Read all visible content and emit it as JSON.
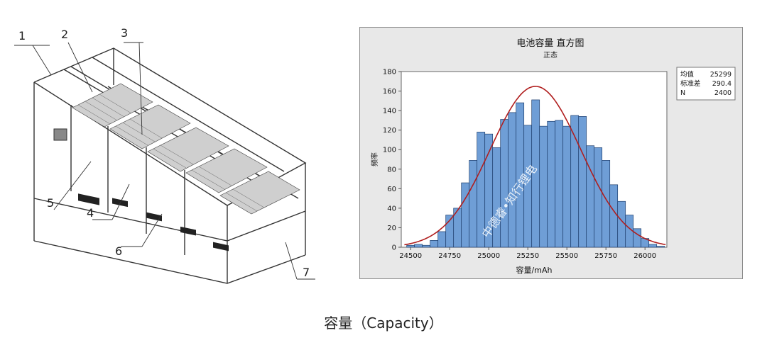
{
  "figure_caption": "容量（Capacity）",
  "machine_callouts": [
    "1",
    "2",
    "3",
    "4",
    "5",
    "6",
    "7"
  ],
  "watermark": "中德睿•知行锂电",
  "stats_box": {
    "rows": [
      {
        "label": "均值",
        "value": "25299"
      },
      {
        "label": "标准差",
        "value": "290.4"
      },
      {
        "label": "N",
        "value": "2400"
      }
    ]
  },
  "colors": {
    "bar": "#6f9ed6",
    "bar_edge": "#1f3f6e",
    "curve": "#b01e1e",
    "frame_bg": "#e8e8e8"
  },
  "chart_data": {
    "type": "bar",
    "title": "电池容量 直方图",
    "subtitle": "正态",
    "xlabel": "容量/mAh",
    "ylabel": "频率",
    "bin_width": 50,
    "bin_starts": [
      24475,
      24525,
      24575,
      24625,
      24675,
      24725,
      24775,
      24825,
      24875,
      24925,
      24975,
      25025,
      25075,
      25125,
      25175,
      25225,
      25275,
      25325,
      25375,
      25425,
      25475,
      25525,
      25575,
      25625,
      25675,
      25725,
      25775,
      25825,
      25875,
      25925,
      25975,
      26025,
      26075
    ],
    "values": [
      2,
      3,
      2,
      7,
      16,
      33,
      40,
      66,
      89,
      118,
      116,
      102,
      131,
      138,
      148,
      125,
      151,
      124,
      129,
      130,
      124,
      135,
      134,
      104,
      102,
      89,
      64,
      47,
      33,
      19,
      9,
      3,
      1
    ],
    "xlim": [
      24440,
      26140
    ],
    "ylim": [
      0,
      180
    ],
    "xticks": [
      24500,
      24750,
      25000,
      25250,
      25500,
      25750,
      26000
    ],
    "yticks": [
      0,
      20,
      40,
      60,
      80,
      100,
      120,
      140,
      160,
      180
    ],
    "normal_curve": {
      "mean": 25299,
      "std": 290.4,
      "n": 2400
    },
    "grid": false
  }
}
